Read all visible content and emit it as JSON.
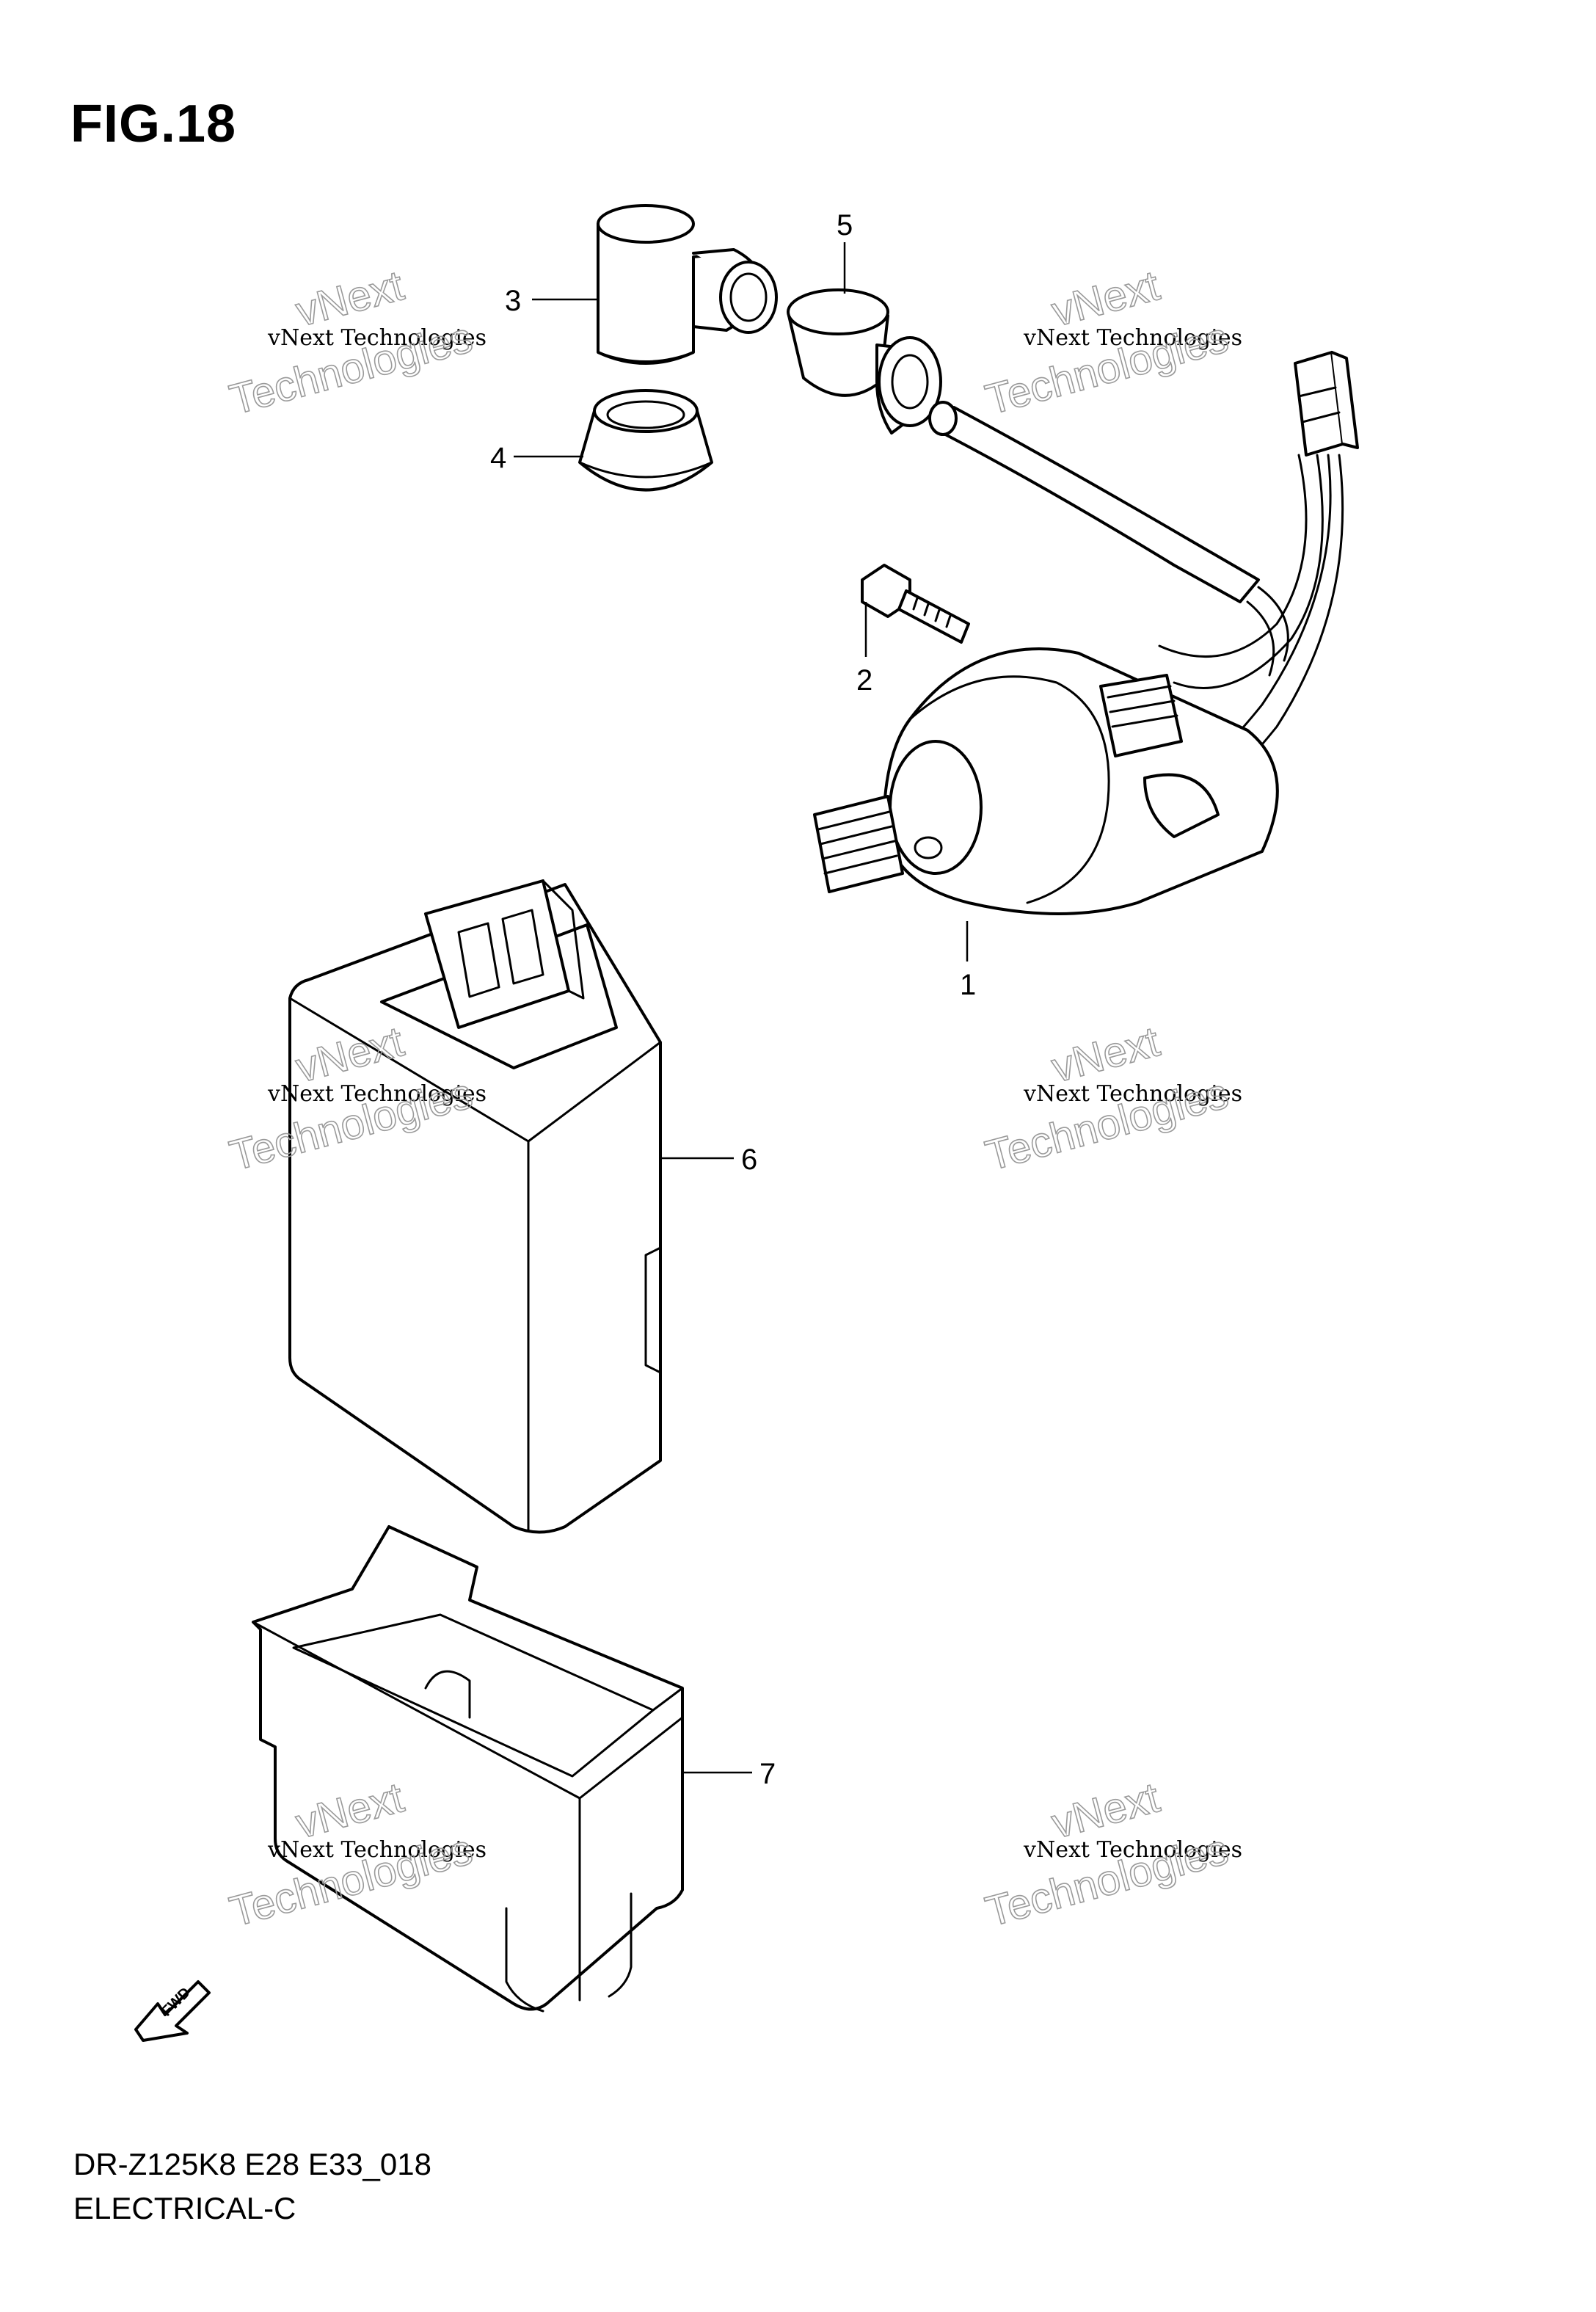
{
  "title": "FIG.18",
  "footer": {
    "model_code": "DR-Z125K8 E28 E33_018",
    "section_name": "ELECTRICAL-C"
  },
  "callouts": [
    "1",
    "2",
    "3",
    "4",
    "5",
    "6",
    "7"
  ],
  "watermark": {
    "line1": "vNext Technologies",
    "line2": "vNext",
    "line3": "Technologies"
  },
  "fwd_label": "FWD"
}
